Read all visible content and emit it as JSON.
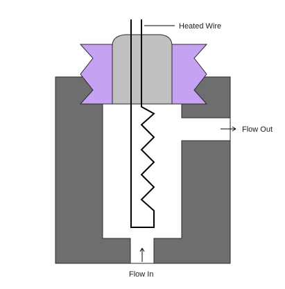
{
  "diagram": {
    "labels": {
      "heated_wire": "Heated Wire",
      "flow_out": "Flow Out",
      "flow_in": "Flow In"
    },
    "colors": {
      "background": "#ffffff",
      "body": "#6e6e6e",
      "body_stroke": "#2a2a2a",
      "gland": "#c6a2f2",
      "plug": "#c0c0c0",
      "wire": "#000000",
      "channel": "#ffffff"
    }
  }
}
